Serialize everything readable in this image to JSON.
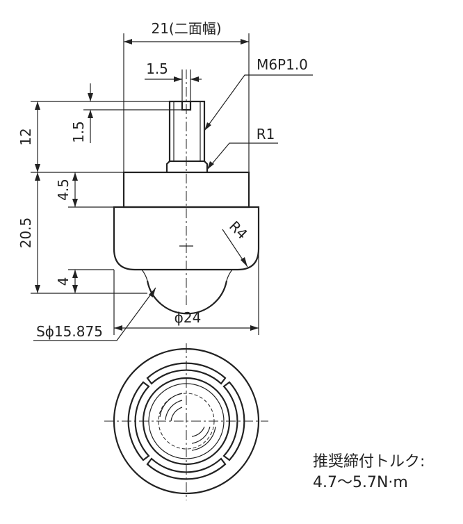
{
  "dimensions": {
    "width_across_flats": "21(二面幅)",
    "thread_spec": "M6P1.0",
    "slot_width": "1.5",
    "slot_depth": "1.5",
    "thread_length": "12",
    "fillet_radius": "R1",
    "hex_height": "4.5",
    "body_height": "20.5",
    "body_radius": "R4",
    "ball_protrusion": "4",
    "ball_diameter": "Sϕ15.875",
    "body_diameter": "ϕ24"
  },
  "note": {
    "torque_label": "推奨締付トルク:",
    "torque_value": "4.7～5.7N·m"
  }
}
